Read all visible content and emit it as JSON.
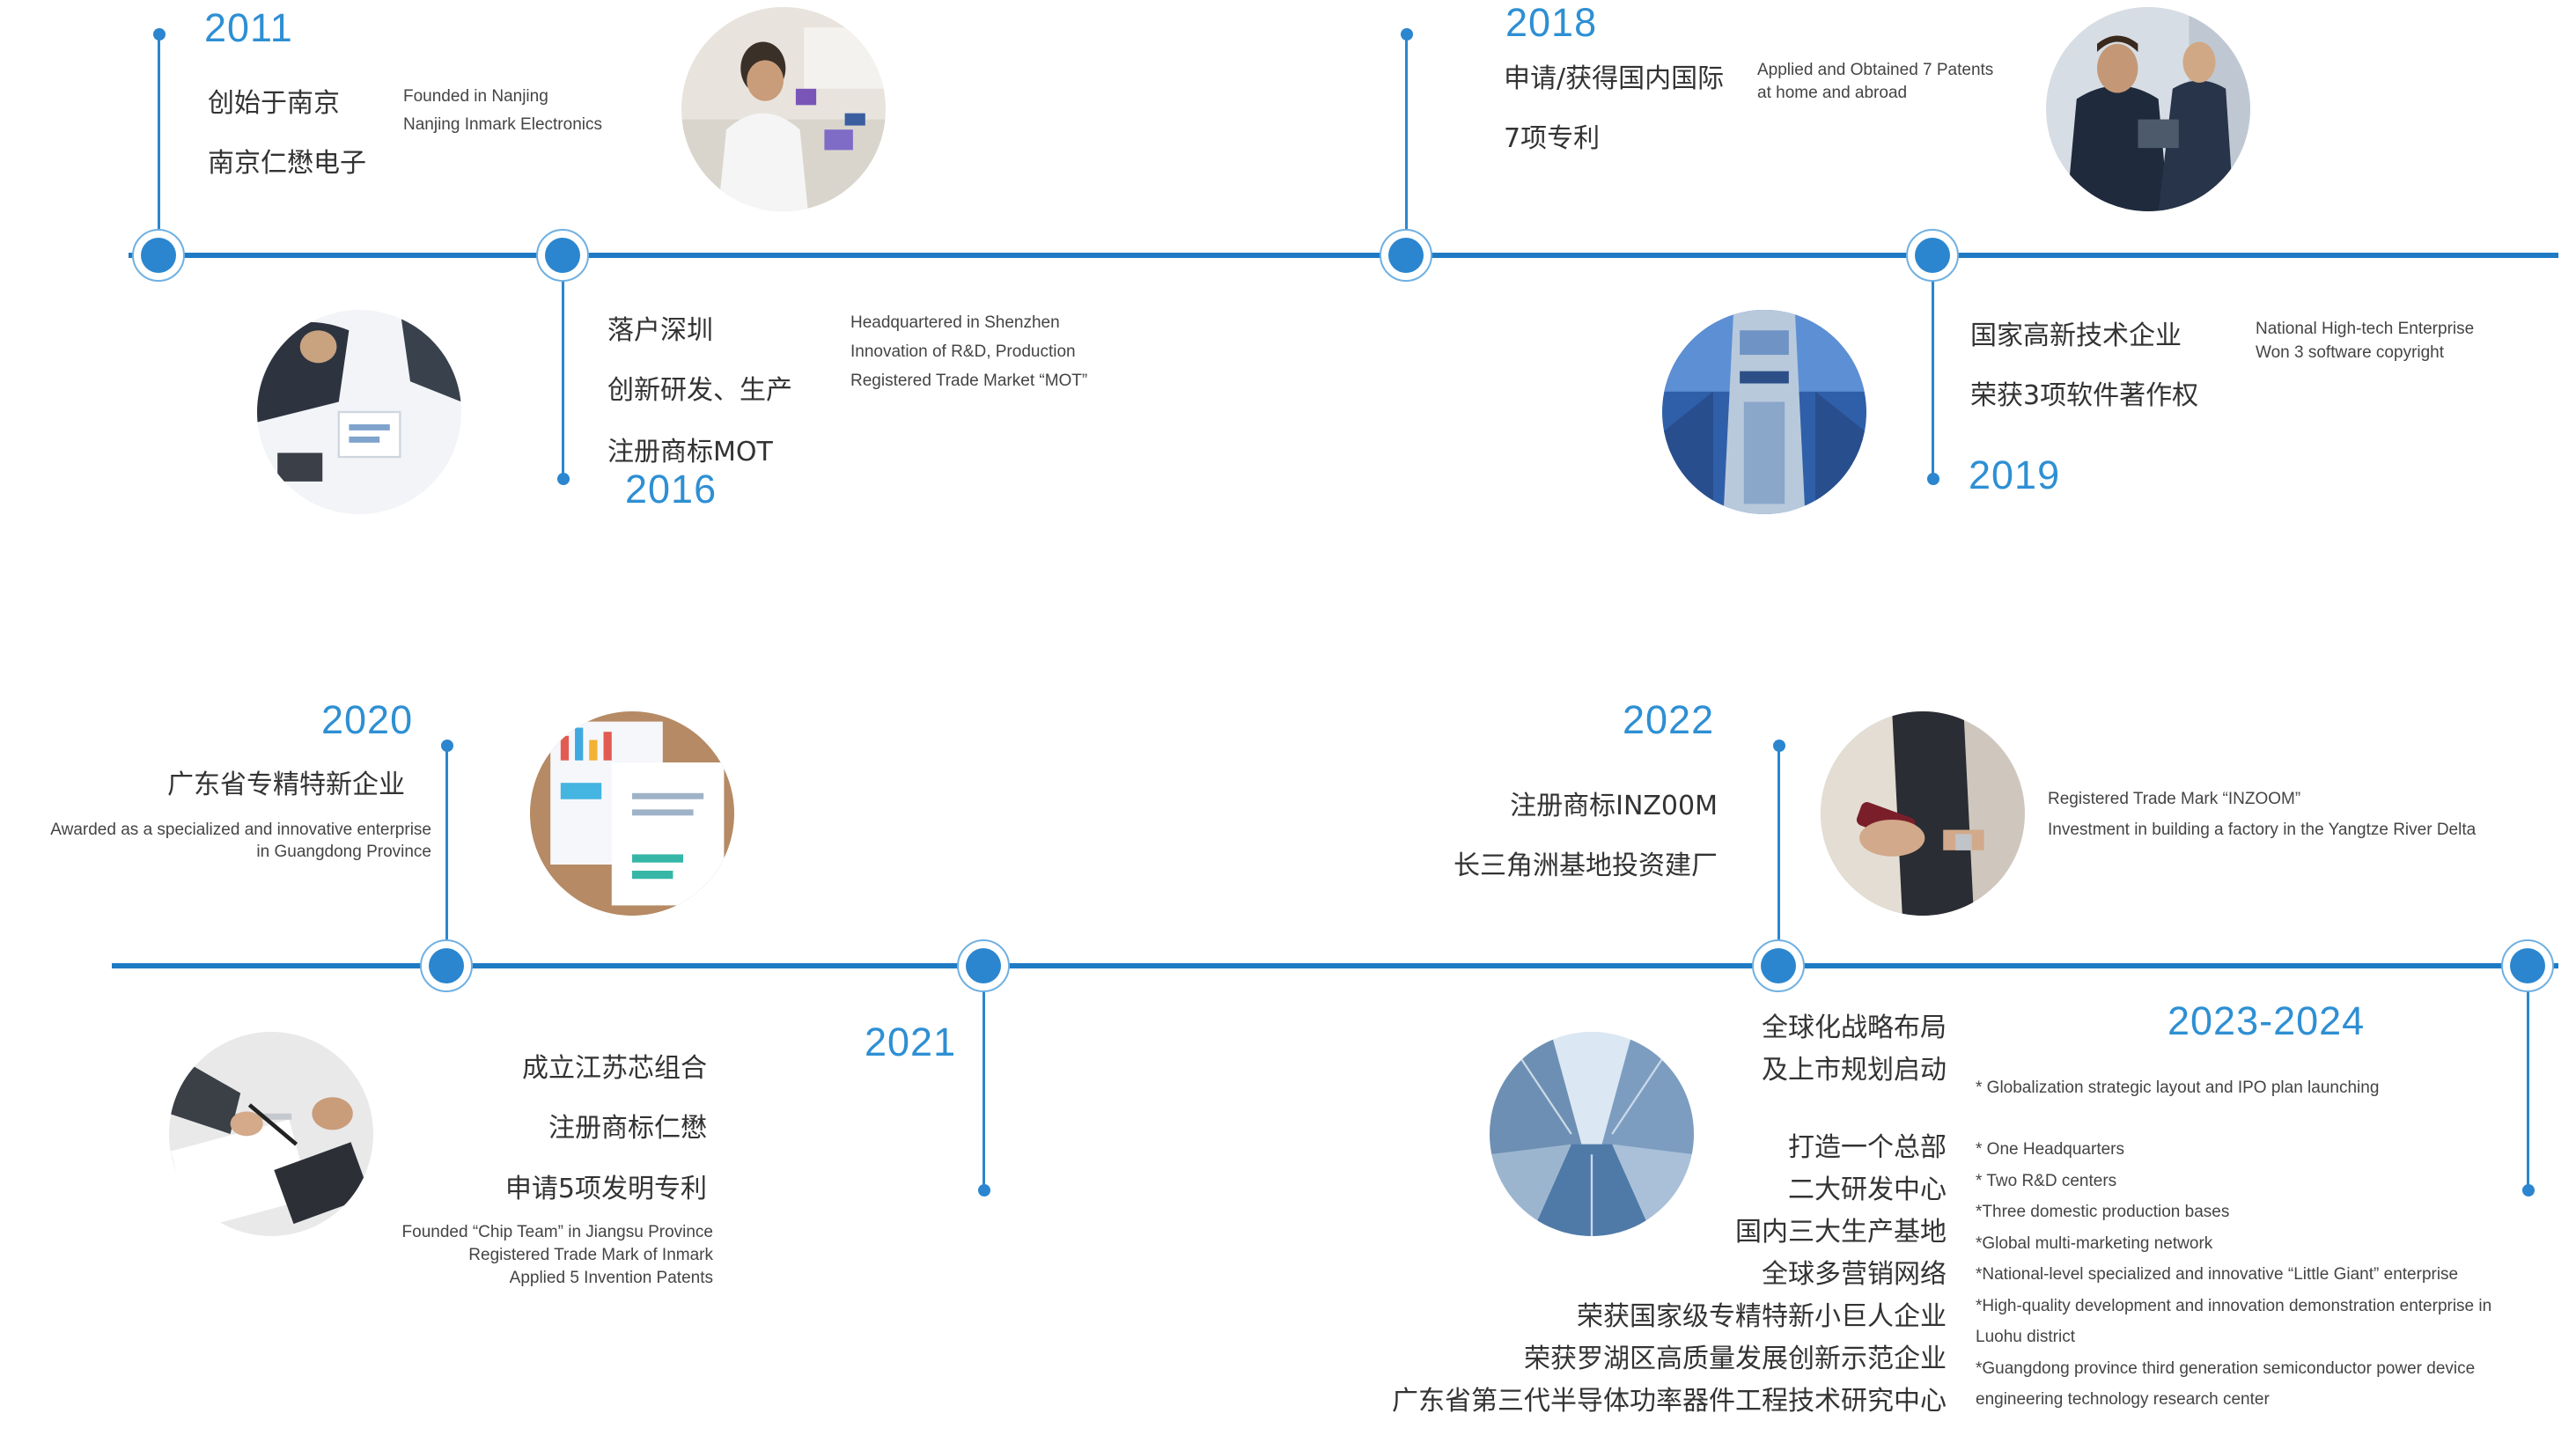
{
  "colors": {
    "line": "#1f7ac4",
    "accent": "#2e8fd3",
    "text": "#333333"
  },
  "events": {
    "y2011": {
      "year": "2011",
      "cn": [
        "创始于南京",
        "南京仁懋电子"
      ],
      "en": [
        "Founded in Nanjing",
        "Nanjing Inmark Electronics"
      ],
      "photo": "lab-researcher-photo"
    },
    "y2016": {
      "year": "2016",
      "cn": [
        "落户深圳",
        "创新研发、生产",
        "注册商标MOT"
      ],
      "en": [
        "Headquartered in Shenzhen",
        "Innovation of R&D, Production",
        "Registered Trade Market “MOT”"
      ],
      "photo": "business-meeting-photo"
    },
    "y2018": {
      "year": "2018",
      "cn": [
        "申请/获得国内国际",
        "7项专利"
      ],
      "en": [
        "Applied and Obtained 7 Patents",
        "at home and abroad"
      ],
      "photo": "businessmen-tablet-photo"
    },
    "y2019": {
      "year": "2019",
      "cn": [
        "国家高新技术企业",
        "荣获3项软件著作权"
      ],
      "en": [
        "National High-tech Enterprise",
        "Won 3 software copyright"
      ],
      "photo": "tower-building-photo"
    },
    "y2020": {
      "year": "2020",
      "cn": [
        "广东省专精特新企业"
      ],
      "en": [
        "Awarded as a specialized and innovative enterprise",
        "in Guangdong Province"
      ],
      "photo": "documents-charts-photo"
    },
    "y2021": {
      "year": "2021",
      "cn": [
        "成立江苏芯组合",
        "注册商标仁懋",
        "申请5项发明专利"
      ],
      "en": [
        "Founded “Chip Team” in Jiangsu Province",
        "Registered Trade Mark of Inmark",
        "Applied 5 Invention Patents"
      ],
      "photo": "signing-document-photo"
    },
    "y2022": {
      "year": "2022",
      "cn": [
        "注册商标INZ00M",
        "长三角洲基地投资建厂"
      ],
      "en": [
        "Registered Trade Mark “INZOOM”",
        "Investment in building a factory in the Yangtze River Delta"
      ],
      "photo": "phone-in-hand-photo"
    },
    "y2023": {
      "year": "2023-2024",
      "cn_head": [
        "全球化战略布局",
        "及上市规划启动"
      ],
      "cn_list": [
        "打造一个总部",
        "二大研发中心",
        "国内三大生产基地",
        "全球多营销网络",
        "荣获国家级专精特新小巨人企业",
        "荣获罗湖区高质量发展创新示范企业",
        "广东省第三代半导体功率器件工程技术研究中心"
      ],
      "en_head": "* Globalization strategic layout and IPO plan launching",
      "en_list": [
        "* One Headquarters",
        "* Two R&D centers",
        "*Three domestic production bases",
        "*Global multi-marketing network",
        "*National-level specialized and innovative “Little Giant” enterprise",
        "*High-quality development and innovation demonstration enterprise in Luohu district",
        "*Guangdong province third generation semiconductor power device engineering technology research center"
      ],
      "photo": "skyscrapers-photo"
    }
  }
}
